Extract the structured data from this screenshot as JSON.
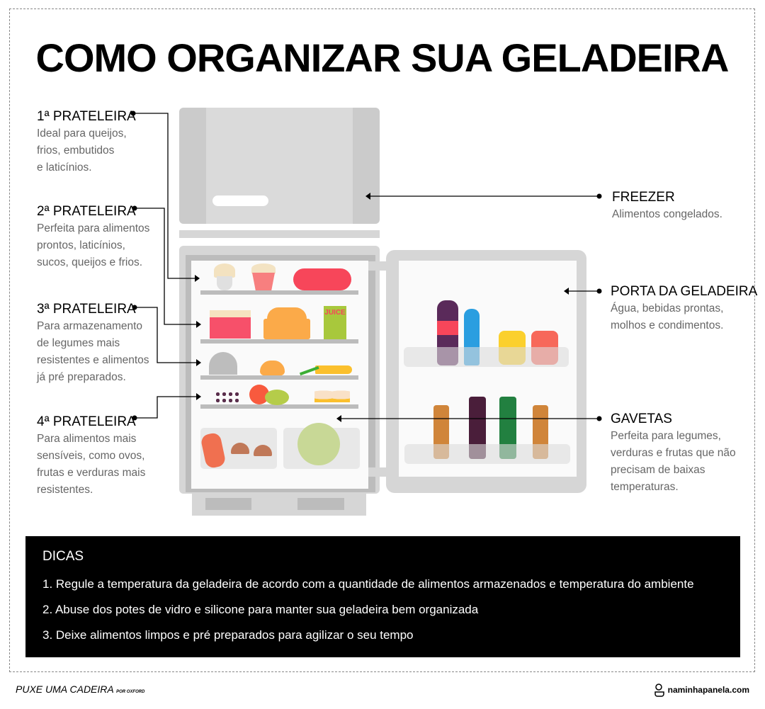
{
  "title": "COMO ORGANIZAR SUA GELADEIRA",
  "labels": [
    {
      "title": "1ª PRATELEIRA",
      "desc": "Ideal para  queijos,\nfrios, embutidos\ne laticínios."
    },
    {
      "title": "2ª PRATELEIRA",
      "desc": "Perfeita para alimentos\nprontos, laticínios,\nsucos, queijos e frios."
    },
    {
      "title": "3ª PRATELEIRA",
      "desc": "Para armazenamento\nde legumes mais\nresistentes e alimentos\njá pré preparados."
    },
    {
      "title": "4ª PRATELEIRA",
      "desc": "Para alimentos mais\nsensíveis, como ovos,\nfrutas e verduras mais\nresistentes."
    },
    {
      "title": "FREEZER",
      "desc": "Alimentos congelados."
    },
    {
      "title": "PORTA DA GELADEIRA",
      "desc": "Água, bebidas prontas,\nmolhos e condimentos."
    },
    {
      "title": "GAVETAS",
      "desc": "Perfeita para legumes,\nverduras e frutas que não\nprecisam de baixas\ntemperaturas."
    }
  ],
  "juice_label": "JUICE",
  "tips": {
    "heading": "DICAS",
    "items": [
      "1. Regule a temperatura da geladeira de acordo com a quantidade de alimentos armazenados e temperatura do ambiente",
      "2. Abuse dos potes de vidro e silicone para manter sua geladeira bem organizada",
      "3. Deixe alimentos limpos e pré preparados para agilizar o seu tempo"
    ]
  },
  "footer": {
    "left_logo": "PUXE UMA CADEIRA",
    "left_logo_sub": "POR OXFORD",
    "right_site": "naminhapanela.com"
  },
  "colors": {
    "fridge": "#d6d6d6",
    "frame": "#bcbcbc",
    "interior": "#fafafa",
    "tips_bg": "#000000"
  }
}
